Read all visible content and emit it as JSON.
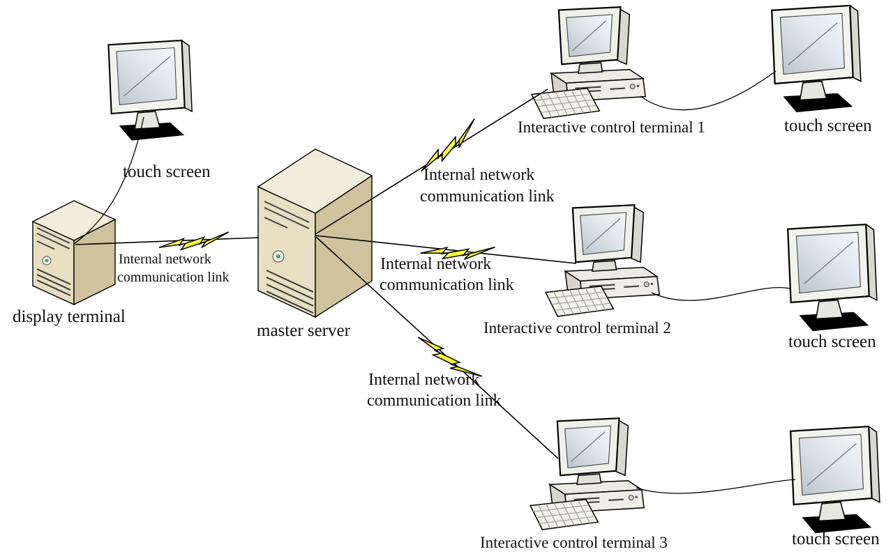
{
  "nodes": {
    "display_terminal": {
      "label": "display terminal"
    },
    "master_server": {
      "label": "master server"
    },
    "terminal_1": {
      "label": "Interactive control terminal 1"
    },
    "terminal_2": {
      "label": "Interactive control terminal 2"
    },
    "terminal_3": {
      "label": "Interactive control terminal 3"
    },
    "touch_screen_display": {
      "label": "touch screen"
    },
    "touch_screen_1": {
      "label": "touch screen"
    },
    "touch_screen_2": {
      "label": "touch screen"
    },
    "touch_screen_3": {
      "label": "touch screen"
    }
  },
  "links": {
    "display": {
      "line1": "Internal network",
      "line2": "communication link"
    },
    "terminal_1": {
      "line1": "Internal network",
      "line2": "communication link"
    },
    "terminal_2": {
      "line1": "Internal network",
      "line2": "communication link"
    },
    "terminal_3": {
      "line1": "Internal network",
      "line2": "communication link"
    }
  },
  "colors": {
    "background": "#ffffff",
    "tower_front": "#e8dfc2",
    "tower_side": "#cfc39e",
    "tower_top": "#f2ecda",
    "lightning_fill": "#ffff33",
    "line": "#000000",
    "power_led": "#3aa08c"
  }
}
